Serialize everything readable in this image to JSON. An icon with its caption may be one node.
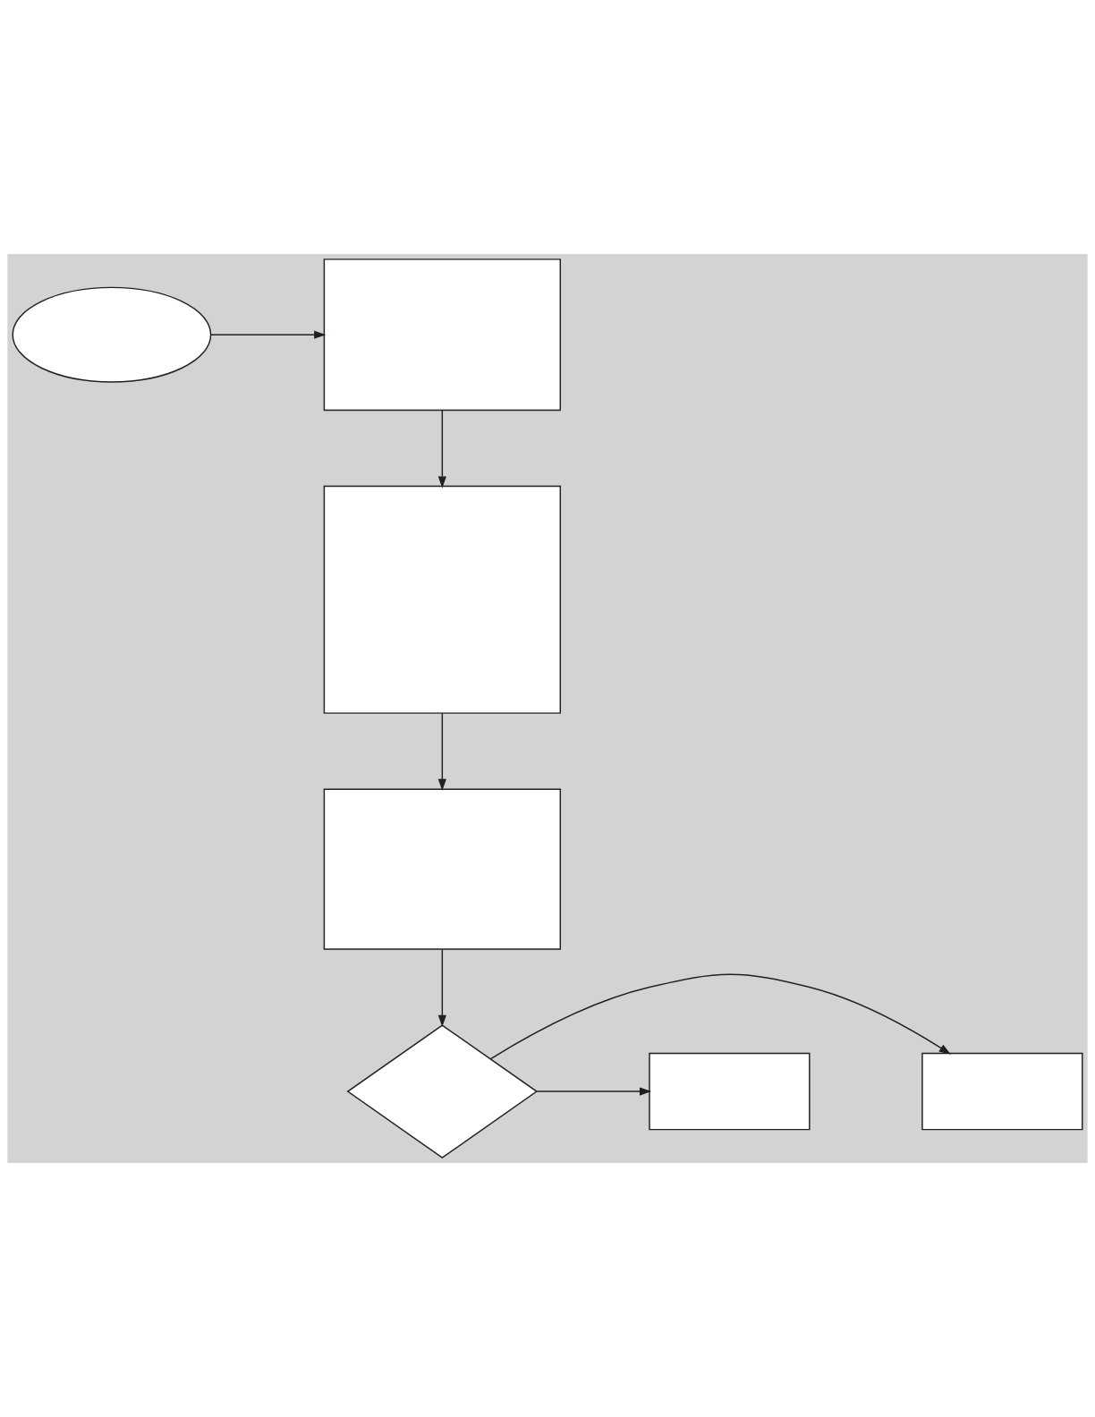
{
  "diagram": {
    "nodes": [
      {
        "text": [],
        "shape": "ellipse"
      },
      {
        "text": [],
        "shape": "box"
      },
      {
        "text": [],
        "shape": "box"
      },
      {
        "text": [],
        "shape": "box"
      },
      {
        "text": [],
        "shape": "diamond"
      },
      {
        "text": [],
        "shape": "box"
      },
      {
        "text": [],
        "shape": "box"
      }
    ],
    "edges": [
      {
        "from": 0,
        "to": 1,
        "arrow": "to"
      },
      {
        "from": 1,
        "to": 2,
        "arrow": "to"
      },
      {
        "from": 2,
        "to": 3,
        "arrow": "to"
      },
      {
        "from": 3,
        "to": 4,
        "arrow": "to"
      },
      {
        "from": 4,
        "to": 5,
        "arrow": "to"
      },
      {
        "from": 4,
        "to": 6,
        "arrow": "to"
      }
    ]
  }
}
